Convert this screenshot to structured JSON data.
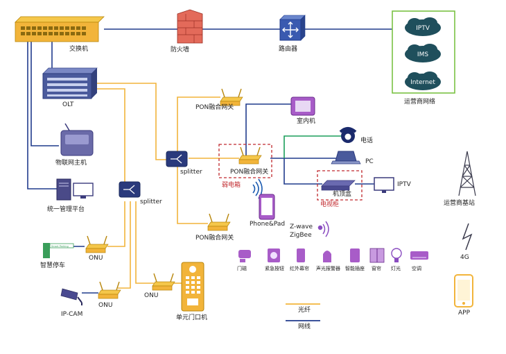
{
  "colors": {
    "fiber": "#f2b43a",
    "cable": "#1f3a8c",
    "green": "#1a9e5a",
    "red": "#c0282d",
    "device": "#4a5a9c",
    "router": "#3a5ab0",
    "cloud": "#1f4f5c",
    "phone": "#8a4cc0",
    "box_border": "#7ac143"
  },
  "core": {
    "switch": "交换机",
    "firewall": "防火墙",
    "router": "路由器",
    "olt": "OLT"
  },
  "carrier": {
    "title": "运营商网络",
    "clouds": [
      "IPTV",
      "IMS",
      "Internet"
    ]
  },
  "devices": {
    "iot_host": "物联网主机",
    "platform": "统一管理平台",
    "splitter_top": "splitter",
    "splitter_bottom": "splitter",
    "pon_gw_top": "PON融合网关",
    "pon_gw_center": "PON融合网关",
    "pon_gw_bottom": "PON融合网关",
    "indoor_unit": "室内机",
    "telephone": "电话",
    "pc": "PC",
    "stb": "机顶盒",
    "iptv": "IPTV",
    "weak_box": "弱电箱",
    "tv_cabinet": "电视柜",
    "phone_pad": "Phone&Pad",
    "zwave": "Z-wave",
    "zigbee": "ZigBee",
    "smart_parking": "智慧停车",
    "parking_sign": "Smart Parking",
    "onu_parking": "ONU",
    "ipcam": "IP-CAM",
    "onu_cam": "ONU",
    "onu_door": "ONU",
    "door_unit": "单元门口机",
    "base_station": "运营商基站",
    "label_4g": "4G",
    "app": "APP"
  },
  "sensors": [
    "门磁",
    "紧急按钮",
    "红外幕帘",
    "声光报警器",
    "智能插座",
    "窗帘",
    "灯光",
    "空调"
  ],
  "legend": {
    "fiber": "光纤",
    "cable": "网线"
  }
}
